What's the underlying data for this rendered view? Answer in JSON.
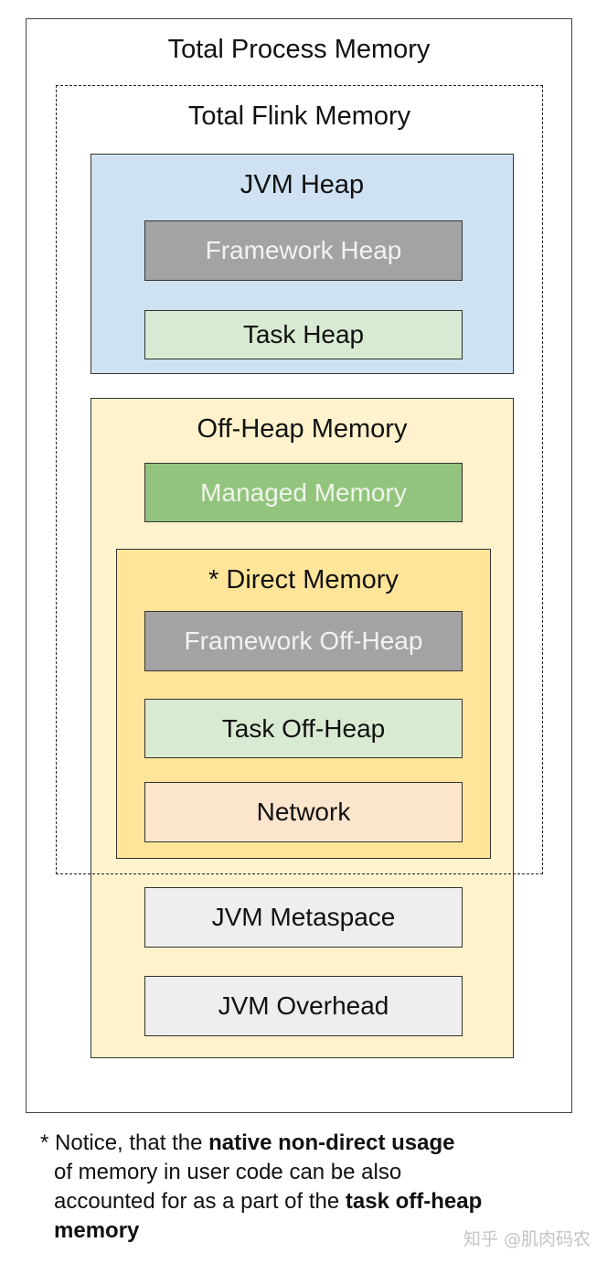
{
  "diagram": {
    "total_process_memory": "Total Process Memory",
    "total_flink_memory": "Total Flink Memory",
    "jvm_heap": {
      "title": "JVM Heap",
      "framework_heap": "Framework Heap",
      "task_heap": "Task Heap"
    },
    "off_heap": {
      "title": "Off-Heap Memory",
      "managed_memory": "Managed Memory",
      "direct_memory": {
        "title": "* Direct Memory",
        "framework_off_heap": "Framework Off-Heap",
        "task_off_heap": "Task Off-Heap",
        "network": "Network"
      }
    },
    "jvm_metaspace": "JVM Metaspace",
    "jvm_overhead": "JVM Overhead"
  },
  "notice": {
    "line1_prefix": "* Notice, that the ",
    "line1_bold": "native non-direct usage",
    "line2": "of memory in user code can be also",
    "line3_prefix": "accounted for as a part of the ",
    "line3_bold": "task off-heap",
    "line4_bold": "memory"
  },
  "watermark": "知乎 @肌肉码农",
  "colors": {
    "jvm_heap_bg": "#cfe2f3",
    "off_heap_bg": "#fff2cc",
    "direct_memory_bg": "#ffe599",
    "framework_box": "#a3a3a3",
    "task_box": "#d9ead3",
    "managed_box": "#93c47d",
    "network_box": "#fce5cd",
    "jvm_misc_box": "#eeeeee"
  }
}
